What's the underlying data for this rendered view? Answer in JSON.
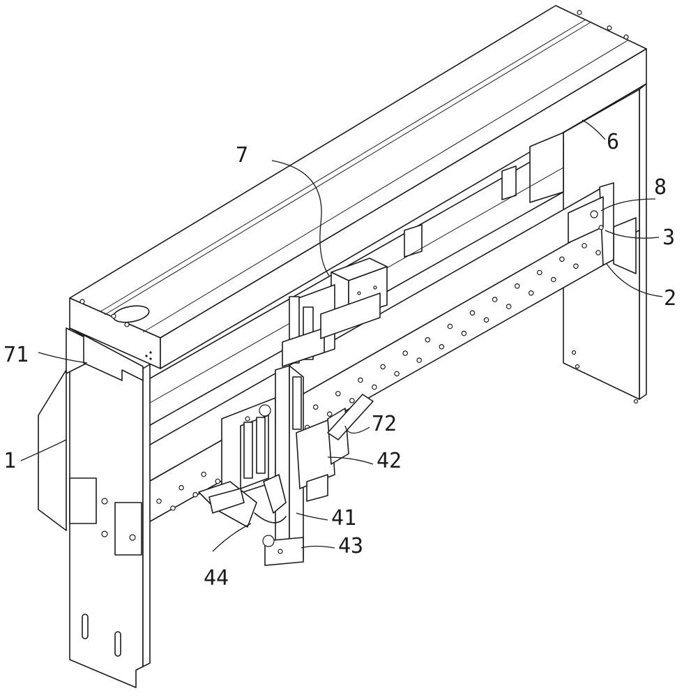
{
  "labels": {
    "l1": "1",
    "l2": "2",
    "l3": "3",
    "l6": "6",
    "l7": "7",
    "l8": "8",
    "l41": "41",
    "l42": "42",
    "l43": "43",
    "l44": "44",
    "l71": "71",
    "l72": "72"
  }
}
